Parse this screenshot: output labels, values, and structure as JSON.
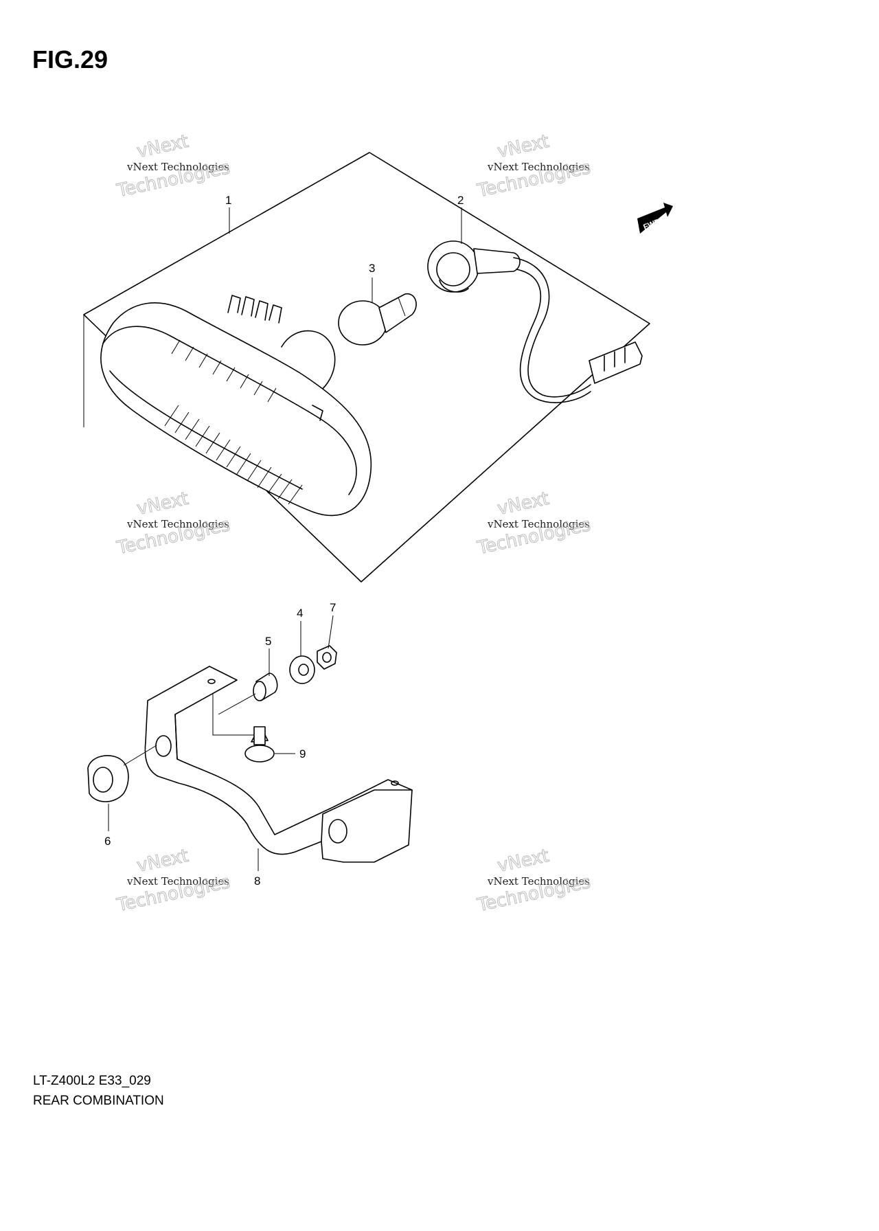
{
  "figure": {
    "title": "FIG.29"
  },
  "fwd_label": "FWD",
  "callouts": [
    "1",
    "2",
    "3",
    "4",
    "5",
    "6",
    "7",
    "8",
    "9"
  ],
  "watermark": {
    "line1": "vNext Technologies",
    "line2": "vNext",
    "line3": "Technologies"
  },
  "caption": {
    "code": "LT-Z400L2 E33_029",
    "name": "REAR COMBINATION"
  }
}
